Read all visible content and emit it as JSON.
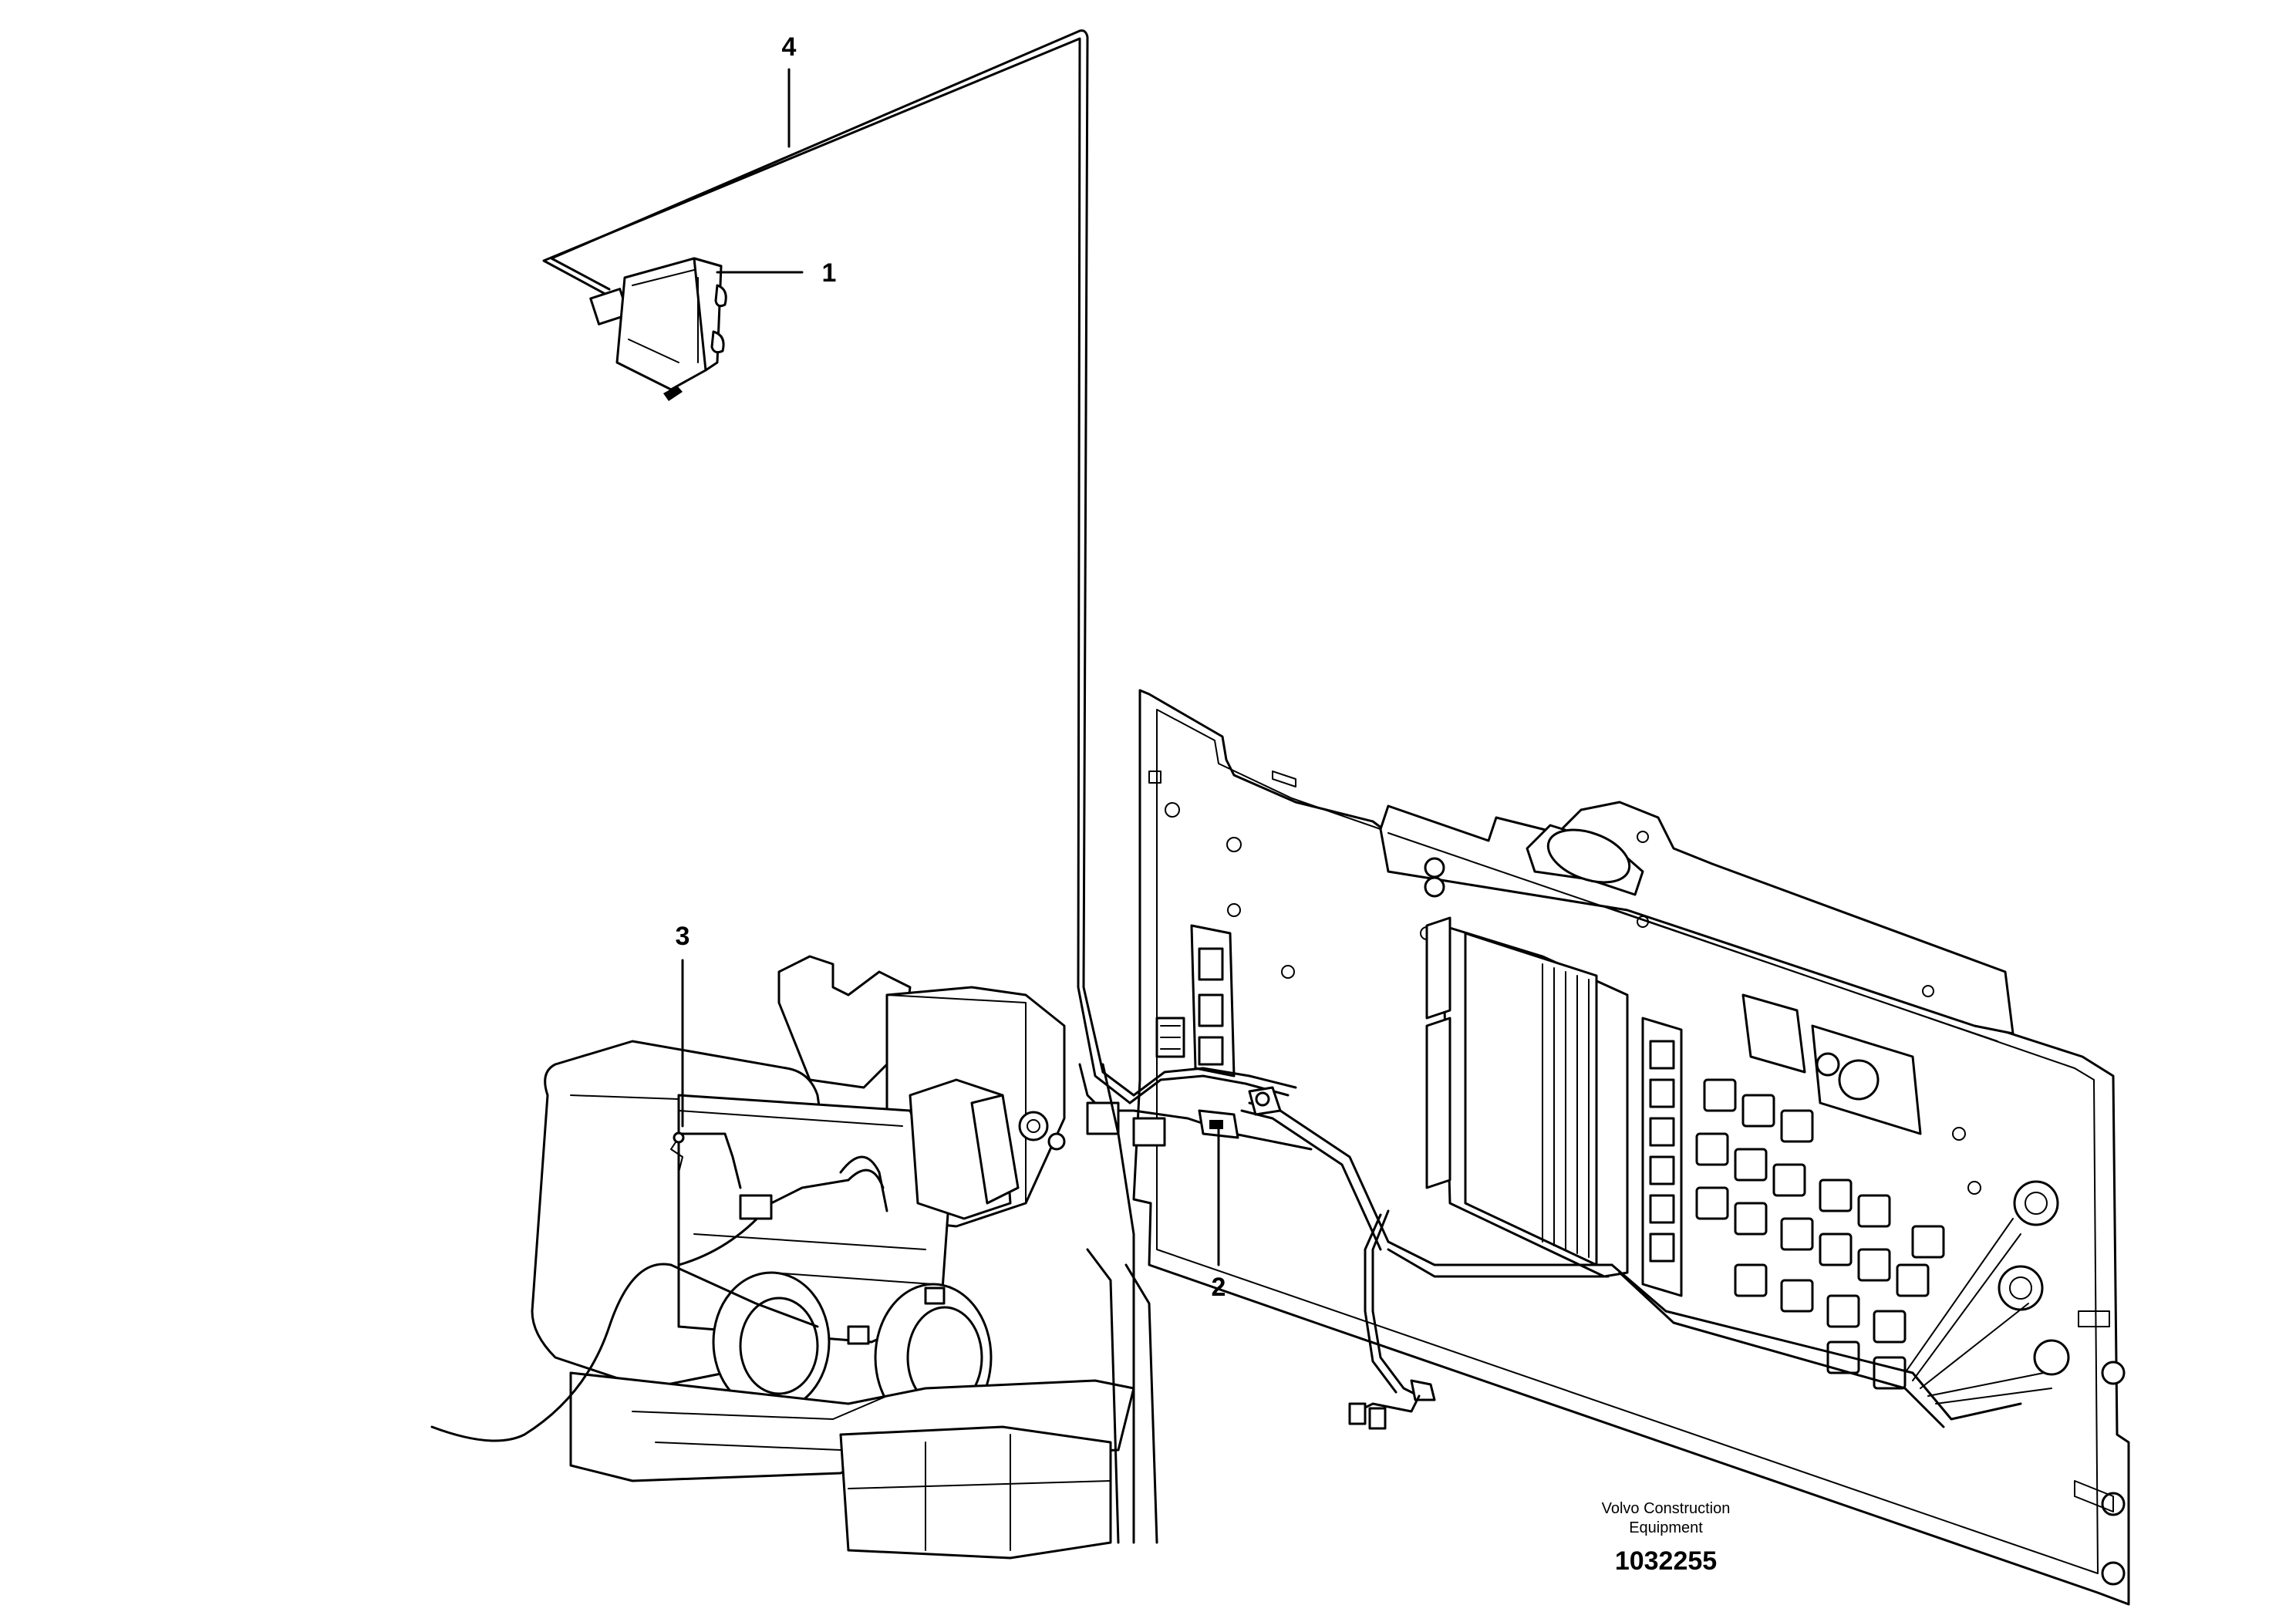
{
  "callouts": [
    {
      "id": "1",
      "text": "1"
    },
    {
      "id": "2",
      "text": "2"
    },
    {
      "id": "3",
      "text": "3"
    },
    {
      "id": "4",
      "text": "4"
    }
  ],
  "caption": {
    "line1": "Volvo Construction",
    "line2": "Equipment",
    "doc_number": "1032255"
  }
}
